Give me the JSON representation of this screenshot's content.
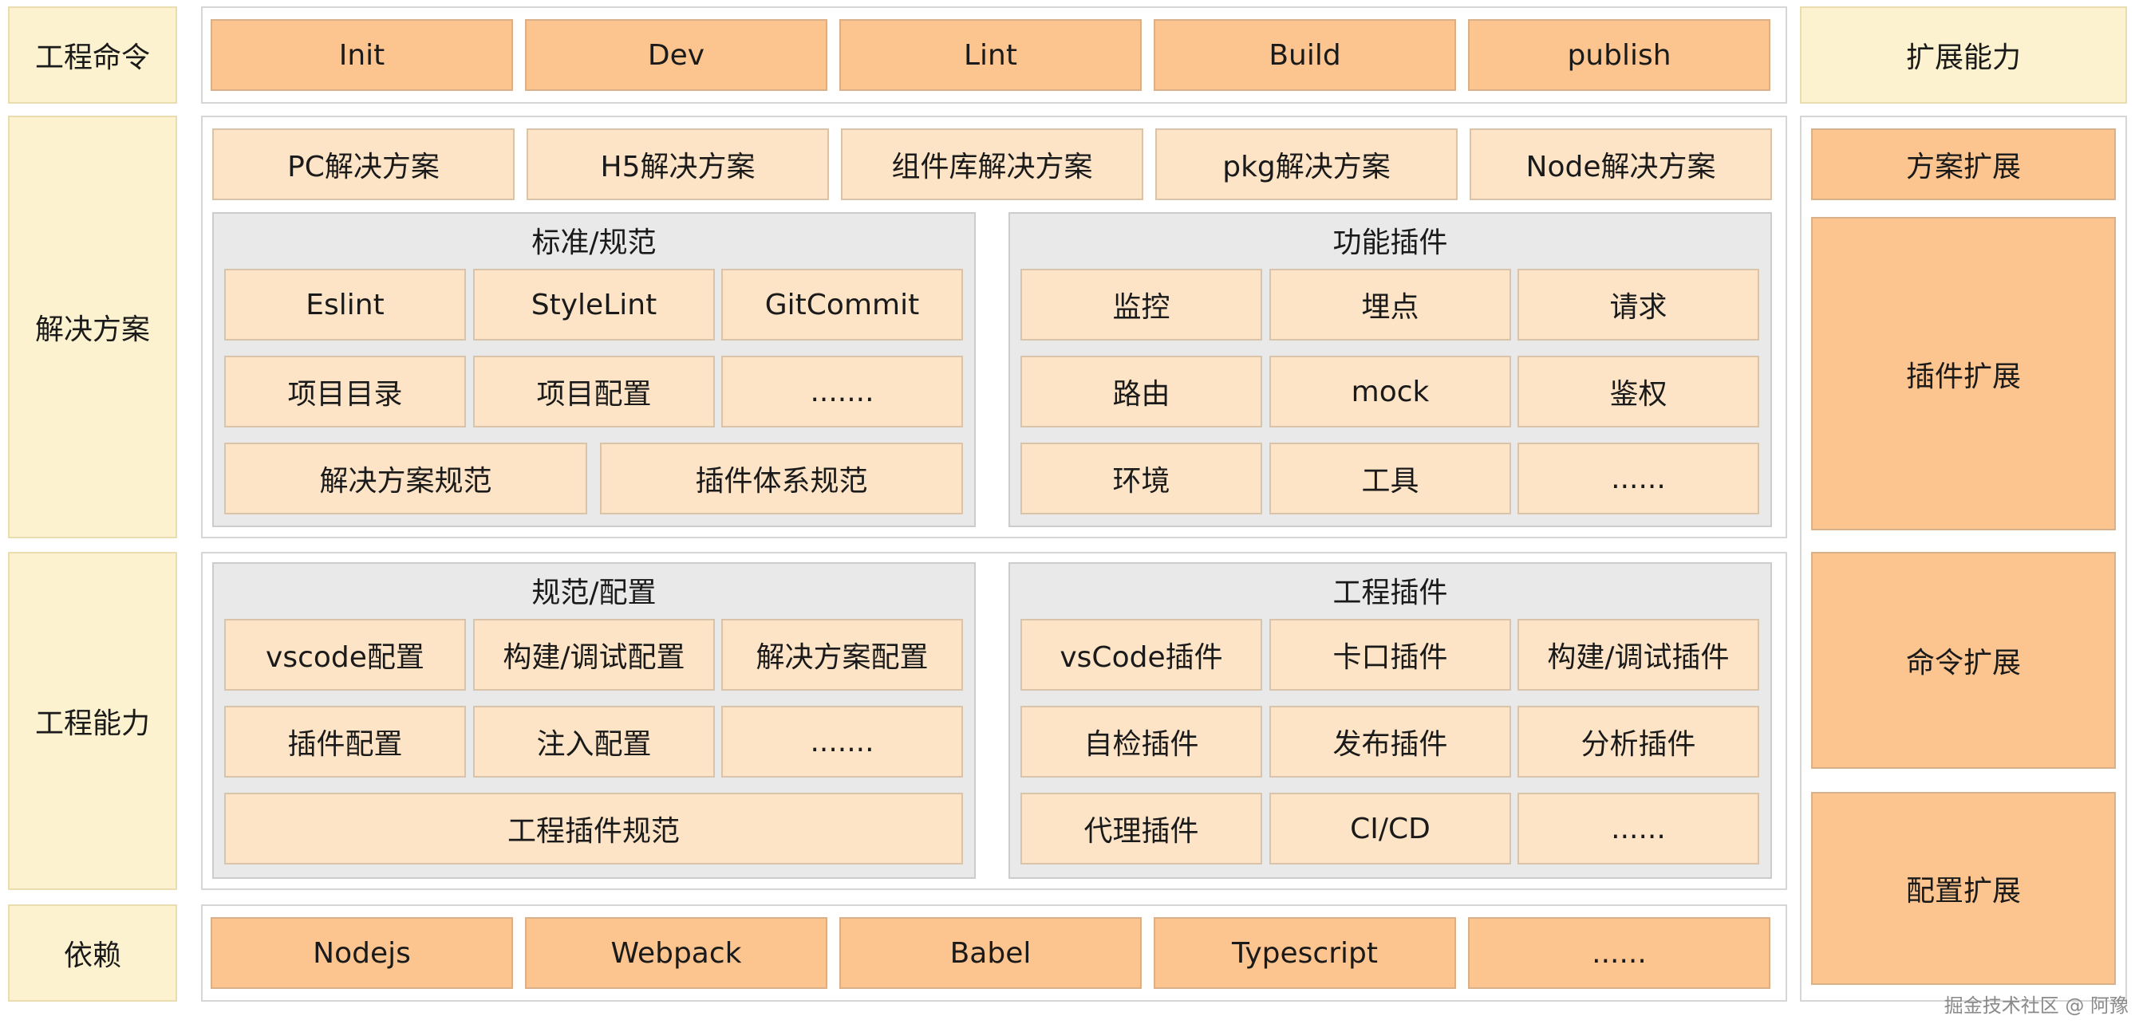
{
  "rows": {
    "commands": "工程命令",
    "solutions": "解决方案",
    "capabilities": "工程能力",
    "dependencies": "依赖"
  },
  "commands": [
    "Init",
    "Dev",
    "Lint",
    "Build",
    "publish"
  ],
  "solutions": {
    "types": [
      "PC解决方案",
      "H5解决方案",
      "组件库解决方案",
      "pkg解决方案",
      "Node解决方案"
    ],
    "standards": {
      "title": "标准/规范",
      "items": [
        "Eslint",
        "StyleLint",
        "GitCommit",
        "项目目录",
        "项目配置",
        "......."
      ],
      "wide": [
        "解决方案规范",
        "插件体系规范"
      ]
    },
    "feature_plugins": {
      "title": "功能插件",
      "items": [
        "监控",
        "埋点",
        "请求",
        "路由",
        "mock",
        "鉴权",
        "环境",
        "工具",
        "......"
      ]
    }
  },
  "capabilities": {
    "config": {
      "title": "规范/配置",
      "items": [
        "vscode配置",
        "构建/调试配置",
        "解决方案配置",
        "插件配置",
        "注入配置",
        "......."
      ],
      "wide": "工程插件规范"
    },
    "eng_plugins": {
      "title": "工程插件",
      "items": [
        "vsCode插件",
        "卡口插件",
        "构建/调试插件",
        "自检插件",
        "发布插件",
        "分析插件",
        "代理插件",
        "CI/CD",
        "......"
      ]
    }
  },
  "dependencies": [
    "Nodejs",
    "Webpack",
    "Babel",
    "Typescript",
    "......"
  ],
  "extensions": {
    "title": "扩展能力",
    "items": [
      "方案扩展",
      "插件扩展",
      "命令扩展",
      "配置扩展"
    ]
  },
  "watermark": "掘金技术社区 @ 阿豫",
  "colors": {
    "row_header": "#fdf2cf",
    "command_box": "#fcc590",
    "light_box": "#fde4c7",
    "group_bg": "#e9e9e9"
  }
}
